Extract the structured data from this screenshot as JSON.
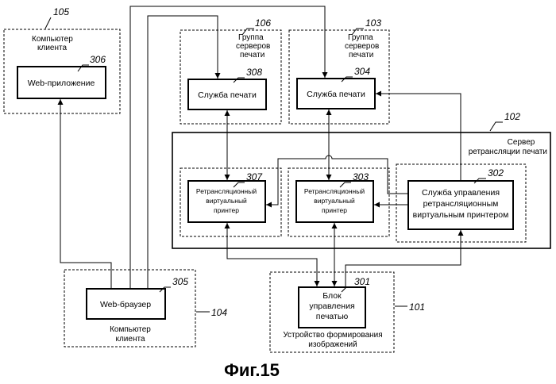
{
  "figure": {
    "caption": "Фиг.15"
  },
  "refs": {
    "r105": "105",
    "r306": "306",
    "r106": "106",
    "r308": "308",
    "r103": "103",
    "r304": "304",
    "r102": "102",
    "r307": "307",
    "r303": "303",
    "r302": "302",
    "r305": "305",
    "r104": "104",
    "r301": "301",
    "r101": "101"
  },
  "client_top": {
    "line1": "Компьютер",
    "line2": "клиента",
    "web_app": "Web-приложение"
  },
  "group_106": {
    "line1": "Группа",
    "line2": "серверов",
    "line3": "печати",
    "service": "Служба печати"
  },
  "group_103": {
    "line1": "Группа",
    "line2": "серверов",
    "line3": "печати",
    "service": "Служба печати"
  },
  "relay_server": {
    "line1": "Сервер",
    "line2": "ретрансляции печати",
    "vp307": {
      "line1": "Ретрансляционный",
      "line2": "виртуальный",
      "line3": "принтер"
    },
    "vp303": {
      "line1": "Ретрансляционный",
      "line2": "виртуальный",
      "line3": "принтер"
    },
    "mgmt": {
      "line1": "Служба управления",
      "line2": "ретрансляционным",
      "line3": "виртуальным принтером"
    }
  },
  "client_bottom": {
    "browser": "Web-браузер",
    "line1": "Компьютер",
    "line2": "клиента"
  },
  "device": {
    "ctrl1": "Блок",
    "ctrl2": "управления",
    "ctrl3": "печатью",
    "line1": "Устройство формирования",
    "line2": "изображений"
  }
}
